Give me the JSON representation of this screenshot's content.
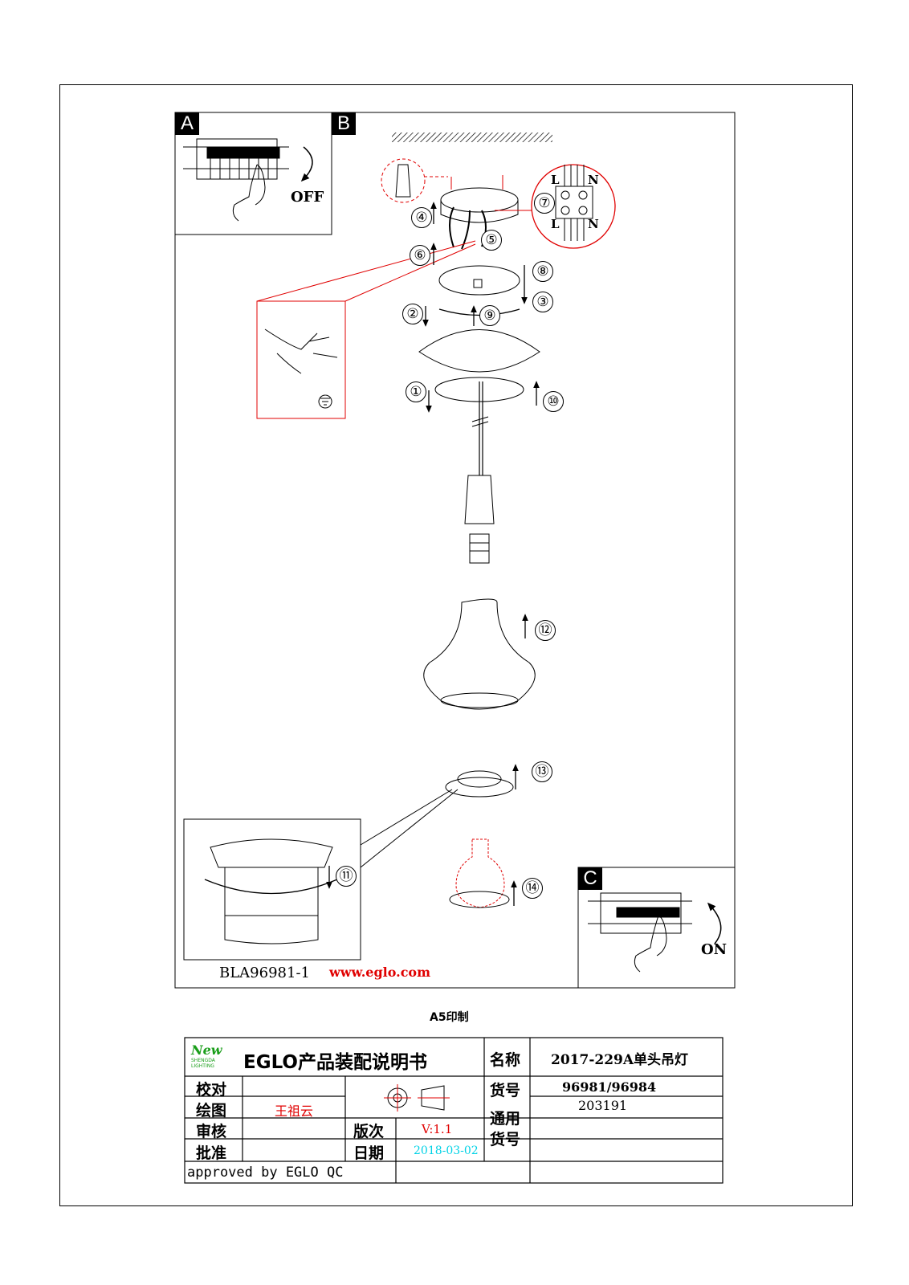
{
  "panels": {
    "a": "A",
    "b": "B",
    "c": "C"
  },
  "switch_labels": {
    "off": "OFF",
    "on": "ON"
  },
  "wiring_labels": {
    "l_top": "L",
    "n_top": "N",
    "l_bottom": "L",
    "n_bottom": "N"
  },
  "steps": [
    "①",
    "②",
    "③",
    "④",
    "⑤",
    "⑥",
    "⑦",
    "⑧",
    "⑨",
    "⑩",
    "⑪",
    "⑫",
    "⑬",
    "⑭"
  ],
  "footer": {
    "model_code": "BLA96981-1",
    "website": "www.eglo.com",
    "print_note": "A5印制"
  },
  "title_block": {
    "logo_text": "New",
    "logo_brand": "SHENGDA",
    "logo_sub": "LIGHTING",
    "heading": "EGLO产品装配说明书",
    "name_label": "名称",
    "name_value": "2017-229A单头吊灯",
    "item_no_label": "货号",
    "item_no_value": "96981/96984",
    "general_label": "通用\n货号",
    "general_value": "203191",
    "check_label": "校对",
    "drawing_label": "绘图",
    "drawing_value": "王祖云",
    "review_label": "审核",
    "approve_label": "批准",
    "version_label": "版次",
    "version_value": "V:1.1",
    "date_label": "日期",
    "date_value": "2018-03-02",
    "approved_by": "approved by EGLO QC"
  },
  "colors": {
    "callout": "#e00000",
    "date": "#00d2e6",
    "logo": "#1a9e1a"
  }
}
